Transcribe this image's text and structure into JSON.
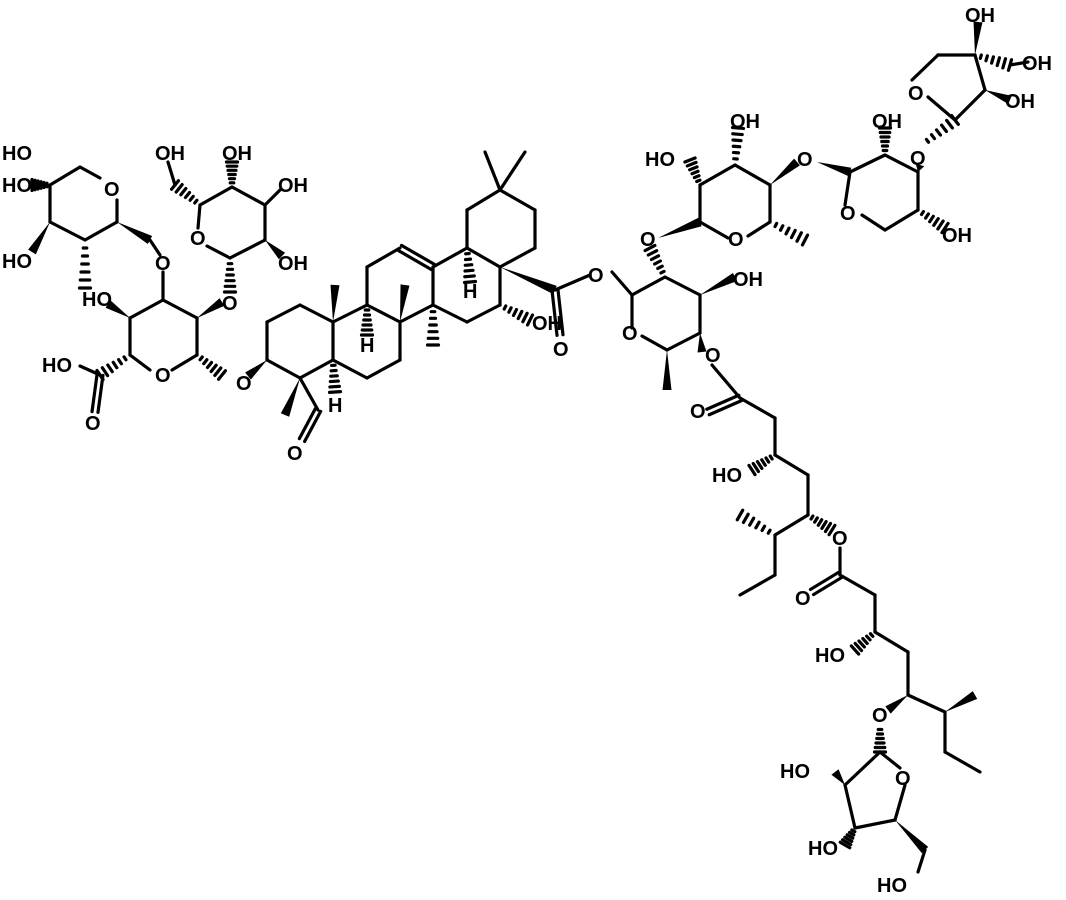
{
  "diagram": {
    "type": "chemical-structure",
    "colors": {
      "bond": "#000000",
      "background": "#ffffff"
    },
    "labels": [
      "HO",
      "HO",
      "HO",
      "O",
      "O",
      "HO",
      "HO",
      "O",
      "O",
      "OH",
      "OH",
      "OH",
      "OH",
      "O",
      "O",
      "O",
      "H",
      "H",
      "O",
      "H",
      "OH",
      "O",
      "O",
      "HO",
      "OH",
      "O",
      "O",
      "OH",
      "O",
      "O",
      "OH",
      "O",
      "OH",
      "O",
      "OH",
      "OH",
      "OH",
      "O",
      "O",
      "HO",
      "O",
      "O",
      "O",
      "HO",
      "O",
      "HO",
      "HO",
      "O",
      "HO"
    ]
  }
}
